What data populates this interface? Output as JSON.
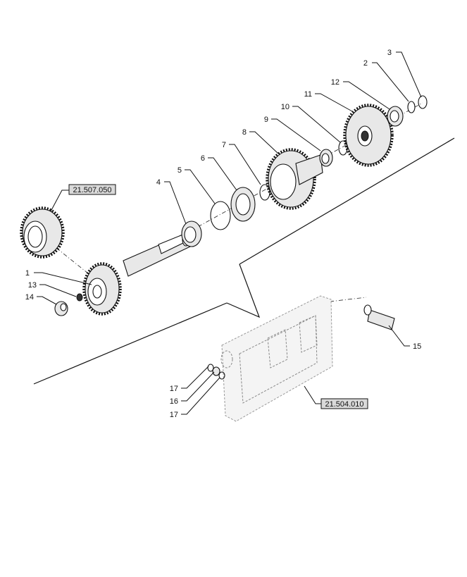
{
  "callouts": [
    {
      "label": "1"
    },
    {
      "label": "2"
    },
    {
      "label": "3"
    },
    {
      "label": "4"
    },
    {
      "label": "5"
    },
    {
      "label": "6"
    },
    {
      "label": "7"
    },
    {
      "label": "8"
    },
    {
      "label": "9"
    },
    {
      "label": "10"
    },
    {
      "label": "11"
    },
    {
      "label": "12"
    },
    {
      "label": "13"
    },
    {
      "label": "14"
    },
    {
      "label": "15"
    },
    {
      "label": "16"
    },
    {
      "label": "17"
    },
    {
      "label": "17"
    }
  ],
  "refs": {
    "gear_ref": "21.507.050",
    "housing_ref": "21.504.010"
  }
}
